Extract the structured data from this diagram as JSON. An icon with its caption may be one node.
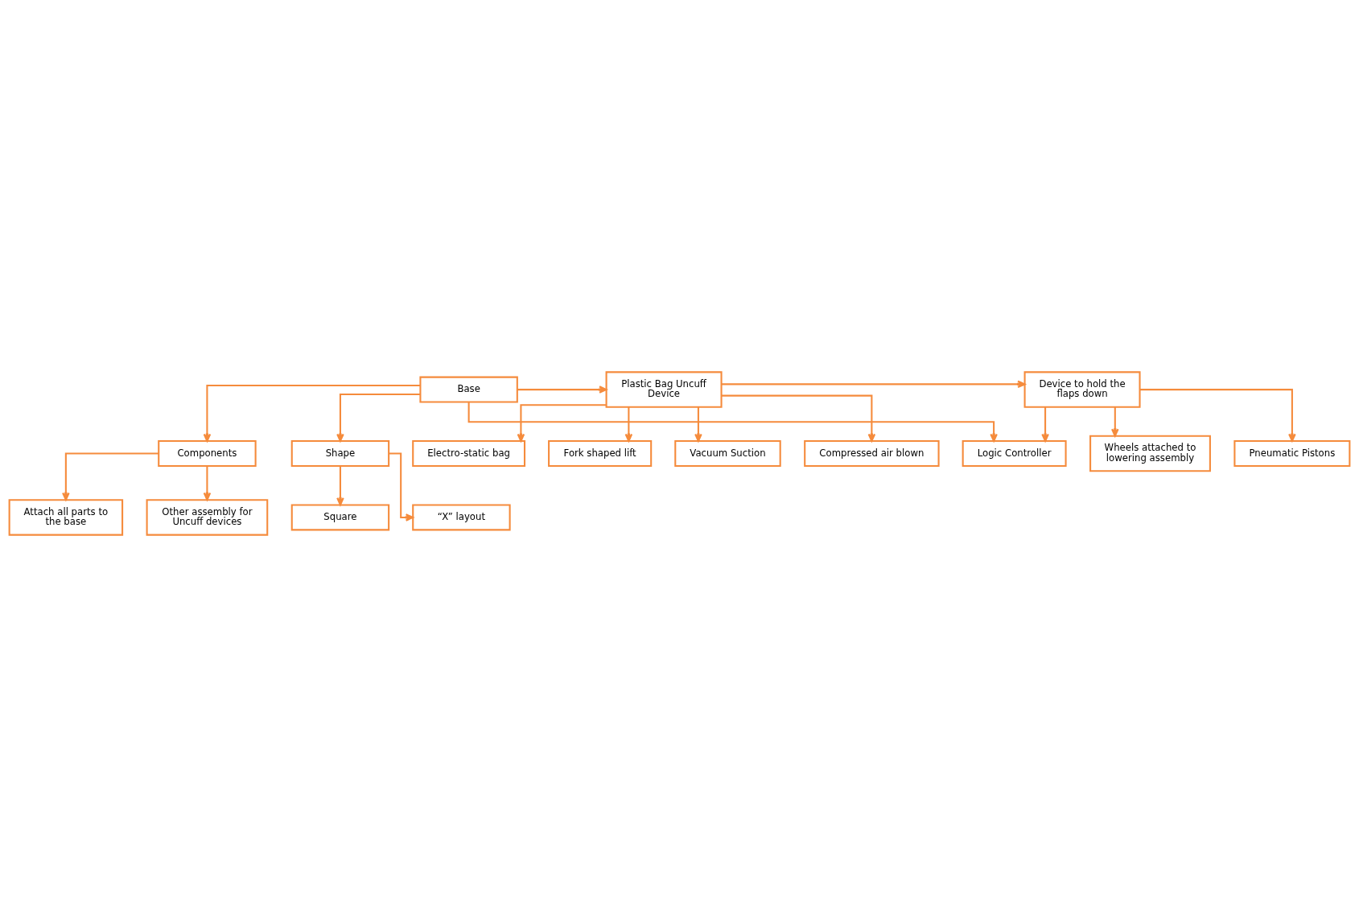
{
  "diagram": {
    "nodes": [
      {
        "text": [
          "Base"
        ]
      },
      {
        "text": [
          "Plastic Bag Uncuff Device"
        ]
      },
      {
        "text": [
          "Device to hold the flaps down"
        ]
      },
      {
        "text": [
          "Shape"
        ]
      },
      {
        "text": [
          "Components"
        ]
      },
      {
        "text": [
          "Square"
        ]
      },
      {
        "text": [
          "“X” layout"
        ]
      },
      {
        "text": [
          "Attach all parts to the base"
        ]
      },
      {
        "text": [
          "Other assembly for Uncuff devices"
        ]
      },
      {
        "text": [
          "Fork shaped lift"
        ]
      },
      {
        "text": [
          "Vacuum Suction"
        ]
      },
      {
        "text": [
          "Compressed air blown"
        ]
      },
      {
        "text": [
          "Electro-static bag"
        ]
      },
      {
        "text": [
          "Pneumatic Pistons"
        ]
      },
      {
        "text": [
          "Wheels attached to lowering assembly"
        ]
      },
      {
        "text": [
          "Logic Controller"
        ]
      }
    ],
    "edges": [
      {
        "from": 0,
        "to": 1,
        "arrow": "to"
      },
      {
        "from": 1,
        "to": 2,
        "arrow": "to"
      },
      {
        "from": 0,
        "to": 3,
        "arrow": "to"
      },
      {
        "from": 0,
        "to": 4,
        "arrow": "to"
      },
      {
        "from": 3,
        "to": 5,
        "arrow": "to"
      },
      {
        "from": 3,
        "to": 6,
        "arrow": "to"
      },
      {
        "from": 4,
        "to": 7,
        "arrow": "to"
      },
      {
        "from": 4,
        "to": 8,
        "arrow": "to"
      },
      {
        "from": 1,
        "to": 9,
        "arrow": "to"
      },
      {
        "from": 1,
        "to": 10,
        "arrow": "to"
      },
      {
        "from": 1,
        "to": 11,
        "arrow": "to"
      },
      {
        "from": 1,
        "to": 12,
        "arrow": "to"
      },
      {
        "from": 2,
        "to": 13,
        "arrow": "to"
      },
      {
        "from": 2,
        "to": 14,
        "arrow": "to"
      },
      {
        "from": 0,
        "to": 15,
        "arrow": "to"
      },
      {
        "from": 2,
        "to": 15,
        "arrow": "to"
      }
    ]
  }
}
